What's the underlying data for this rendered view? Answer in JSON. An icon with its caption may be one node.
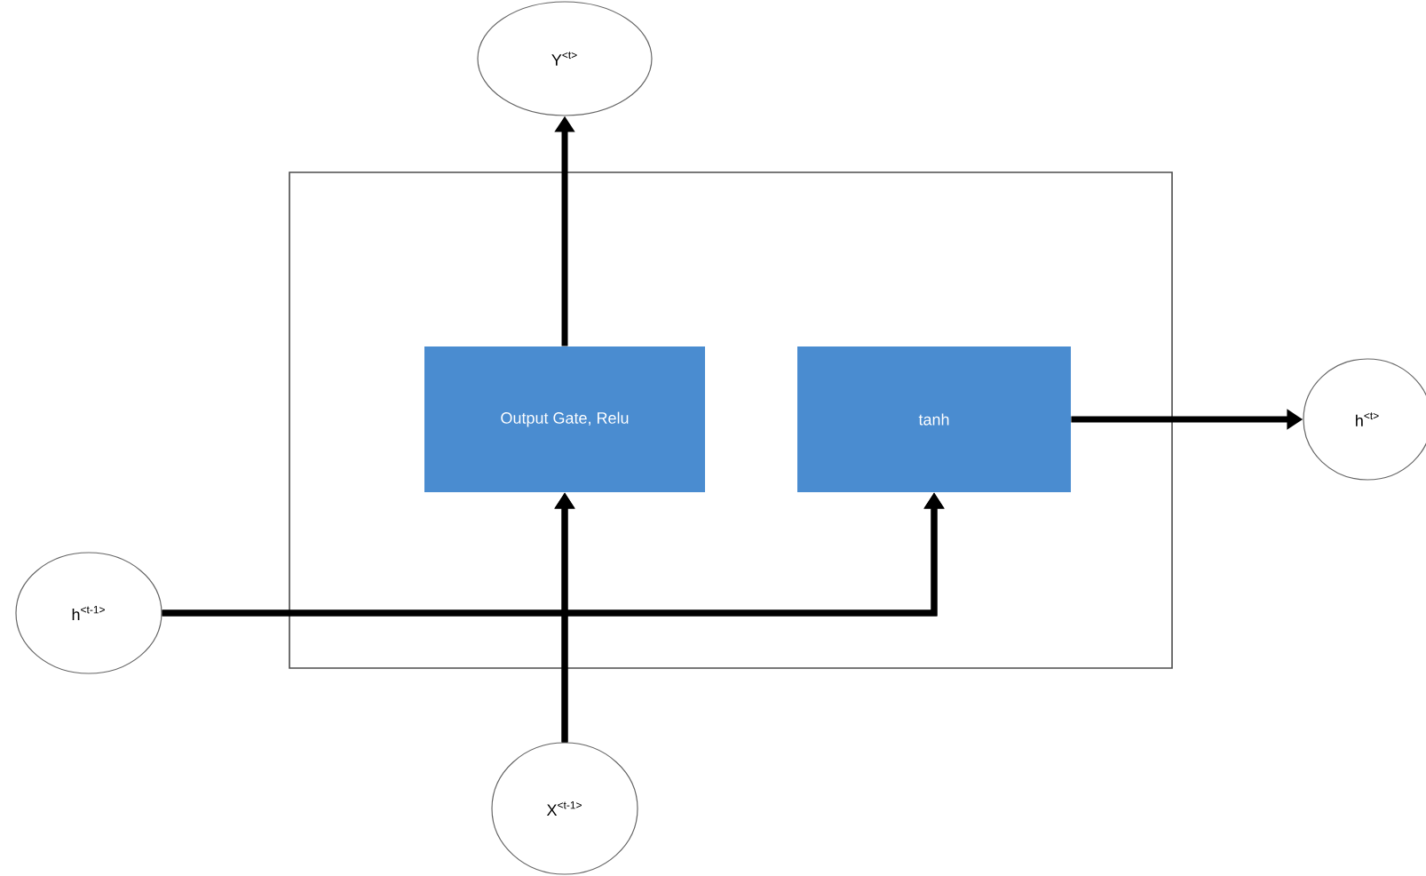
{
  "diagram": {
    "nodes": [
      {
        "text": [],
        "shape": "box"
      },
      {
        "text": [
          "Y$^{<t>}$"
        ]
      },
      {
        "text": [
          "Output Gate, Relu"
        ],
        "in": 0
      },
      {
        "text": [
          "tanh"
        ],
        "in": 0
      },
      {
        "text": [
          "h$^{<t>}$"
        ]
      },
      {
        "text": [
          "h$^{<t-1>}$"
        ]
      },
      {
        "text": [
          "X$^{<t-1>}$"
        ]
      }
    ],
    "edges": [
      {
        "from": 2,
        "to": 1,
        "arrow": "to"
      },
      {
        "from": 3,
        "to": 4,
        "arrow": "to"
      },
      {
        "from": 5,
        "to": 2,
        "arrow": "to"
      },
      {
        "from": 5,
        "to": 3,
        "arrow": "to"
      },
      {
        "from": 6,
        "to": 2,
        "arrow": "to"
      },
      {
        "from": 6,
        "to": 3,
        "arrow": "to"
      }
    ]
  }
}
